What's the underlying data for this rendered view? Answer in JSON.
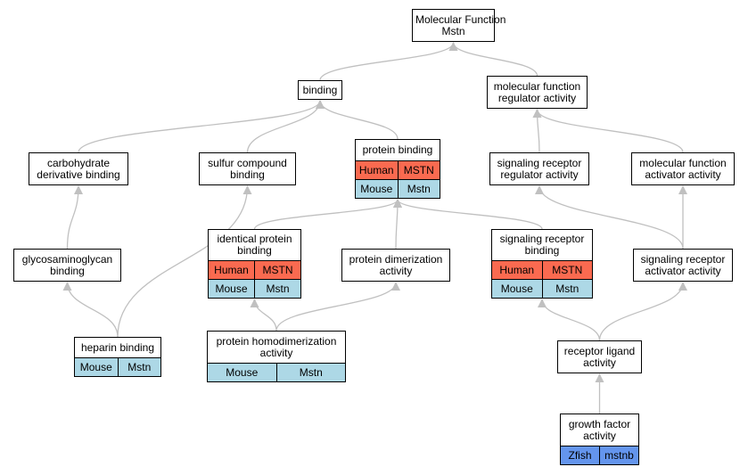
{
  "nodes": {
    "mf": {
      "lines": [
        "Molecular Function",
        "Mstn"
      ]
    },
    "binding": {
      "lines": [
        "binding"
      ]
    },
    "mfreg": {
      "lines": [
        "molecular function",
        "regulator activity"
      ]
    },
    "carb": {
      "lines": [
        "carbohydrate",
        "derivative binding"
      ]
    },
    "sulfur": {
      "lines": [
        "sulfur compound",
        "binding"
      ]
    },
    "protein": {
      "lines": [
        "protein binding"
      ],
      "rows": [
        [
          "Human",
          "MSTN"
        ],
        [
          "Mouse",
          "Mstn"
        ]
      ]
    },
    "sigreg": {
      "lines": [
        "signaling receptor",
        "regulator activity"
      ]
    },
    "mfact": {
      "lines": [
        "molecular function",
        "activator activity"
      ]
    },
    "gag": {
      "lines": [
        "glycosaminoglycan",
        "binding"
      ]
    },
    "ident": {
      "lines": [
        "identical protein",
        "binding"
      ],
      "rows": [
        [
          "Human",
          "MSTN"
        ],
        [
          "Mouse",
          "Mstn"
        ]
      ]
    },
    "dimer": {
      "lines": [
        "protein dimerization",
        "activity"
      ]
    },
    "sigbind": {
      "lines": [
        "signaling receptor",
        "binding"
      ],
      "rows": [
        [
          "Human",
          "MSTN"
        ],
        [
          "Mouse",
          "Mstn"
        ]
      ]
    },
    "sigact": {
      "lines": [
        "signaling receptor",
        "activator activity"
      ]
    },
    "heparin": {
      "lines": [
        "heparin binding"
      ],
      "rows": [
        [
          "Mouse",
          "Mstn"
        ]
      ]
    },
    "homodimer": {
      "lines": [
        "protein homodimerization",
        "activity"
      ],
      "rows": [
        [
          "Mouse",
          "Mstn"
        ]
      ]
    },
    "ligand": {
      "lines": [
        "receptor ligand",
        "activity"
      ]
    },
    "growth": {
      "lines": [
        "growth factor",
        "activity"
      ],
      "rows": [
        [
          "Zfish",
          "mstnb"
        ]
      ]
    }
  },
  "species_colors": {
    "Human": "#fa6a50",
    "Mouse": "#add8e6",
    "Zfish": "#6495ed"
  },
  "edges": [
    [
      "binding",
      "mf"
    ],
    [
      "mfreg",
      "mf"
    ],
    [
      "carb",
      "binding"
    ],
    [
      "sulfur",
      "binding"
    ],
    [
      "protein",
      "binding"
    ],
    [
      "sigreg",
      "mfreg"
    ],
    [
      "mfact",
      "mfreg"
    ],
    [
      "gag",
      "carb"
    ],
    [
      "heparin",
      "gag"
    ],
    [
      "heparin",
      "sulfur"
    ],
    [
      "ident",
      "protein"
    ],
    [
      "dimer",
      "protein"
    ],
    [
      "sigbind",
      "protein"
    ],
    [
      "homodimer",
      "ident"
    ],
    [
      "homodimer",
      "dimer"
    ],
    [
      "sigact",
      "sigreg"
    ],
    [
      "sigact",
      "mfact"
    ],
    [
      "ligand",
      "sigbind"
    ],
    [
      "ligand",
      "sigact"
    ],
    [
      "growth",
      "ligand"
    ]
  ]
}
